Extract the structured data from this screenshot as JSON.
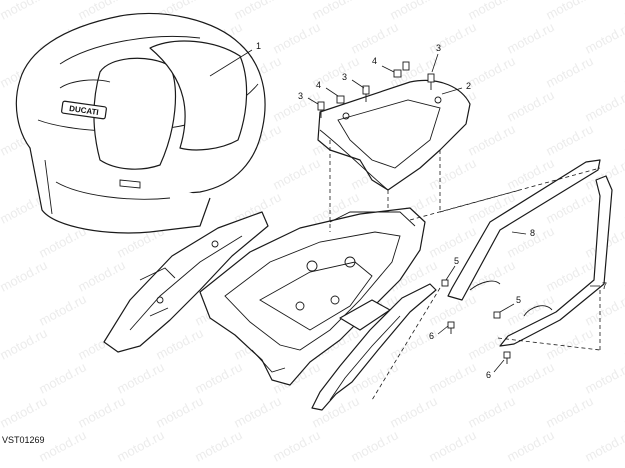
{
  "watermark": "motod.ru",
  "drawing_ref": "VST01269",
  "logo_text": "DUCATI",
  "callouts": [
    "1",
    "2",
    "3",
    "3",
    "3",
    "4",
    "4",
    "5",
    "5",
    "6",
    "6",
    "7",
    "8"
  ]
}
